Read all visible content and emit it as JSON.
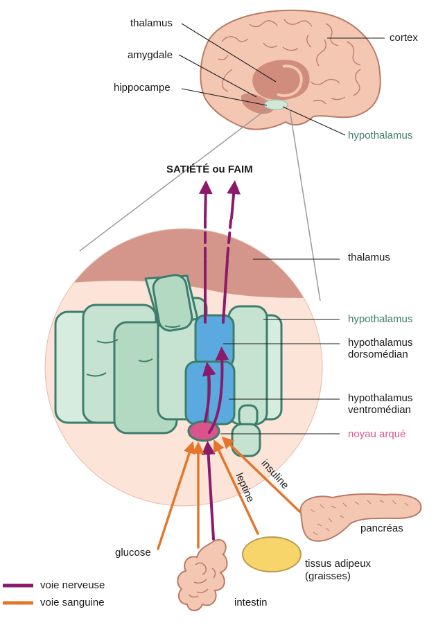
{
  "labels": {
    "thalamus_top": "thalamus",
    "amygdale": "amygdale",
    "hippocampe": "hippocampe",
    "cortex": "cortex",
    "hypothalamus_top": "hypothalamus",
    "satiete": "SATIÉTÉ ou FAIM",
    "thalamus_zoom": "thalamus",
    "hypothalamus_zoom": "hypothalamus",
    "dorsomedian_l1": "hypothalamus",
    "dorsomedian_l2": "dorsomédian",
    "ventromedian_l1": "hypothalamus",
    "ventromedian_l2": "ventromédian",
    "noyau_arque": "noyau arqué",
    "insuline": "insuline",
    "leptine": "leptine",
    "pancreas": "pancréas",
    "glucose": "glucose",
    "tissus_l1": "tissus adipeux",
    "tissus_l2": "(graisses)",
    "intestin": "intestin"
  },
  "legend": {
    "items": [
      {
        "label": "voie nerveuse",
        "color": "#8b1a6b"
      },
      {
        "label": "voie sanguine",
        "color": "#e3762b"
      }
    ]
  },
  "colors": {
    "brain": "#f4c7b3",
    "brain_outline": "#b97a66",
    "thalamus": "#d08d7e",
    "hypothalamus_green": "#3d7d6b",
    "nervous": "#8b1a6b",
    "blood": "#e3762b",
    "dorsal_blue": "#5aa9df",
    "arcuate_pink": "#d9548a",
    "fat": "#f8d56b"
  }
}
